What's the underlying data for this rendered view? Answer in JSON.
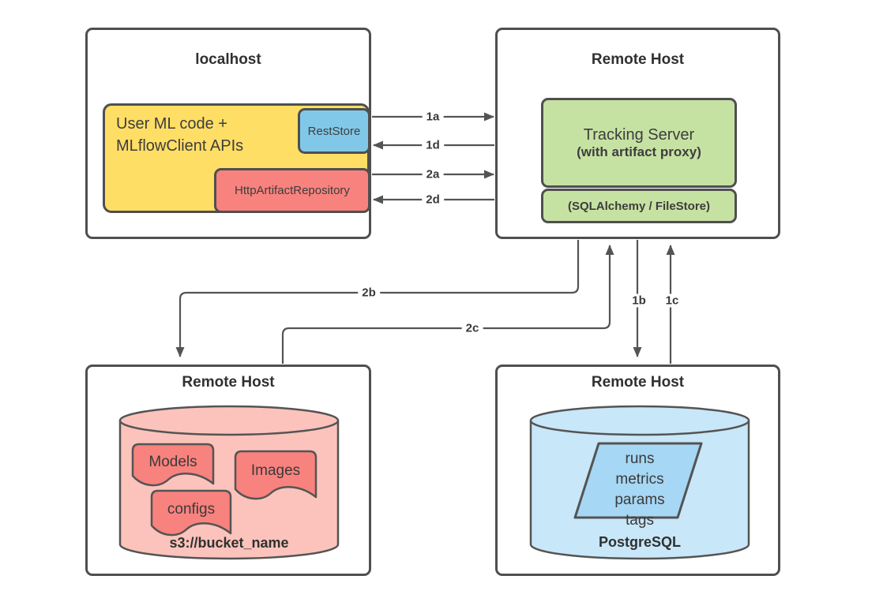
{
  "nodes": {
    "localhost": {
      "title": "localhost",
      "user_code_line1": "User ML code +",
      "user_code_line2": "MLflowClient APIs",
      "rest_store": "RestStore",
      "http_artifact_repository": "HttpArtifactRepository"
    },
    "tracking_host": {
      "title": "Remote Host",
      "server_line1": "Tracking Server",
      "server_line2": "(with artifact proxy)",
      "backend_store": "(SQLAlchemy / FileStore)"
    },
    "artifact_host": {
      "title": "Remote Host",
      "artifacts": [
        "Models",
        "Images",
        "configs"
      ],
      "bucket": "s3://bucket_name"
    },
    "database_host": {
      "title": "Remote Host",
      "tables": [
        "runs",
        "metrics",
        "params",
        "tags"
      ],
      "database": "PostgreSQL"
    }
  },
  "edges": {
    "1a": "1a",
    "1b": "1b",
    "1c": "1c",
    "1d": "1d",
    "2a": "2a",
    "2b": "2b",
    "2c": "2c",
    "2d": "2d"
  },
  "colors": {
    "stroke": "#545454",
    "yellow": "#ffde66",
    "blue": "#81c8e8",
    "salmon": "#f8827e",
    "green": "#c6e2a3",
    "salmon_light": "#fbc3bb",
    "blue_light": "#c8e7f8",
    "blue_mid": "#a6d7f4"
  }
}
